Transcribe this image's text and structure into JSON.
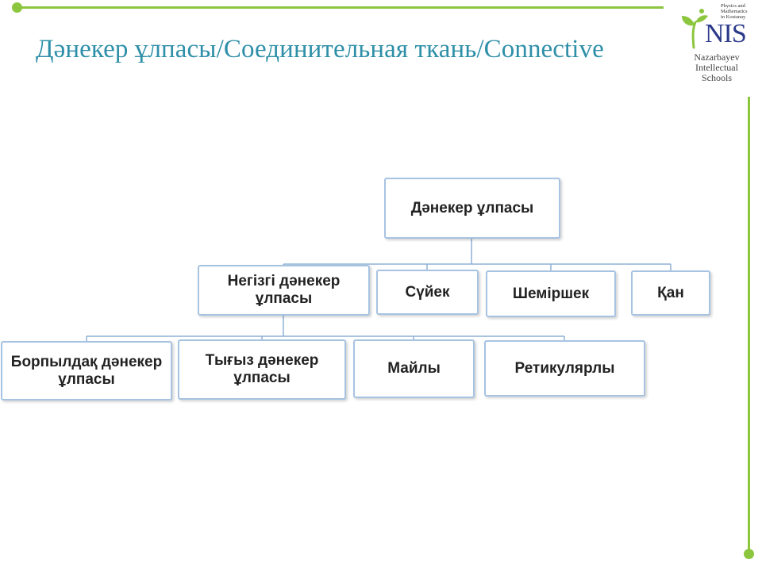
{
  "slide": {
    "title": "Дәнекер ұлпасы/Соединительная ткань/Connective"
  },
  "logo": {
    "abbr": "NIS",
    "tagline": [
      "Physics and",
      "Mathematics",
      "in Kostanay"
    ],
    "name": [
      "Nazarbayev",
      "Intellectual",
      "Schools"
    ],
    "icon": "nis-sprout-icon"
  },
  "colors": {
    "accent": "#8cc63f",
    "title": "#2e8fa8",
    "node_border": "#a7c3e2",
    "connector": "#8fb0d4"
  },
  "diagram": {
    "root": {
      "label": "Дәнекер ұлпасы"
    },
    "level1": [
      {
        "label": "Негізгі дәнекер ұлпасы"
      },
      {
        "label": "Сүйек"
      },
      {
        "label": "Шеміршек"
      },
      {
        "label": "Қан"
      }
    ],
    "level2": [
      {
        "label": "Борпылдақ дәнекер ұлпасы"
      },
      {
        "label": "Тығыз дәнекер ұлпасы"
      },
      {
        "label": "Майлы"
      },
      {
        "label": "Ретикулярлы"
      }
    ]
  }
}
